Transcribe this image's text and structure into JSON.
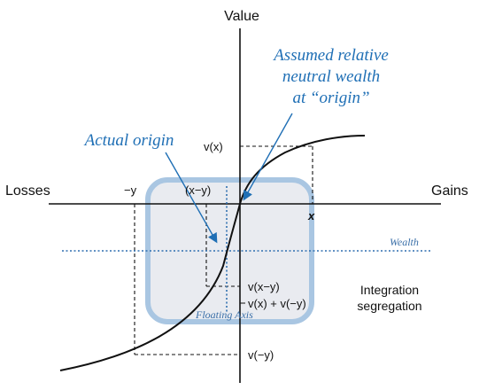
{
  "axes": {
    "y_label": "Value",
    "x_left_label": "Losses",
    "x_right_label": "Gains"
  },
  "points": {
    "vx": "v(x)",
    "minus_y": "−y",
    "x_minus_y": "(x−y)",
    "x": "x",
    "v_x_minus_y": "v(x−y)",
    "v_x_plus_v_minus_y": "v(x) + v(−y)",
    "v_minus_y": "v(−y)"
  },
  "callouts": {
    "assumed_line1": "Assumed relative",
    "assumed_line2": "neutral wealth",
    "assumed_line3": "at “origin”",
    "actual_origin": "Actual origin"
  },
  "overlay": {
    "wealth_label": "Wealth",
    "floating_axis_label": "Floating Axis"
  },
  "side_text": {
    "line1": "Integration",
    "line2": "segregation"
  },
  "colors": {
    "accent_blue": "#1f6fb5",
    "box_fill": "#e8eaef",
    "box_stroke": "#9fbfdd",
    "ink": "#111111"
  }
}
